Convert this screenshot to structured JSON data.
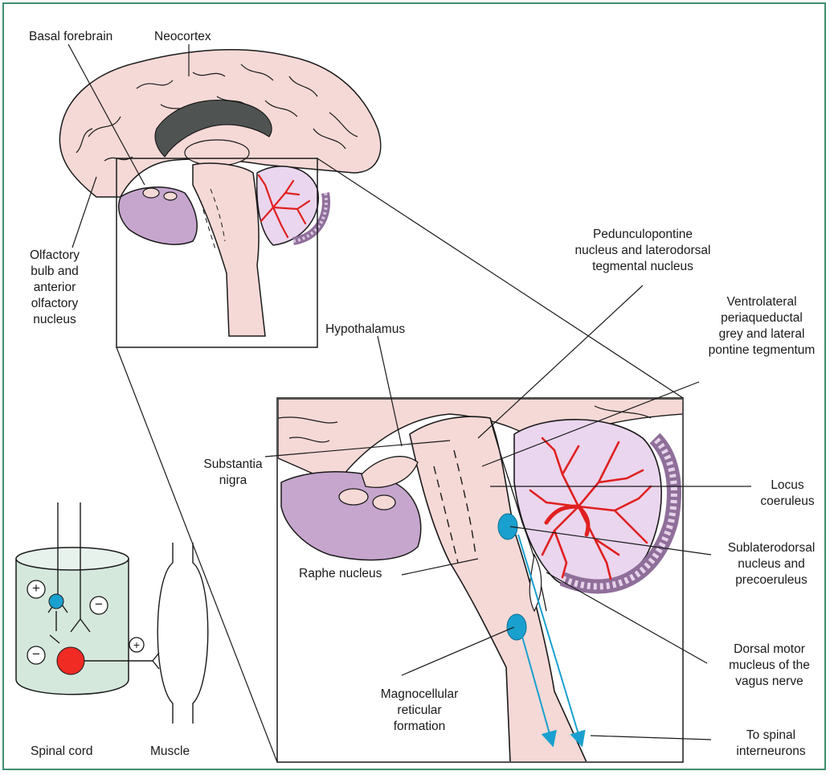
{
  "labels": {
    "basal_forebrain": "Basal forebrain",
    "neocortex": "Neocortex",
    "olfactory": [
      "Olfactory",
      "bulb and",
      "anterior",
      "olfactory",
      "nucleus"
    ],
    "hypothalamus": "Hypothalamus",
    "pedunculopontine": [
      "Pedunculopontine",
      "nucleus and laterodorsal",
      "tegmental nucleus"
    ],
    "ventrolateral": [
      "Ventrolateral",
      "periaqueductal",
      "grey and lateral",
      "pontine tegmentum"
    ],
    "locus": [
      "Locus",
      "coeruleus"
    ],
    "substantia": [
      "Substantia",
      "nigra"
    ],
    "sublaterodorsal": [
      "Sublaterodorsal",
      "nucleus and",
      "precoeruleus"
    ],
    "raphe": "Raphe nucleus",
    "dorsal_motor": [
      "Dorsal motor",
      "mucleus of the",
      "vagus nerve"
    ],
    "magnocellular": [
      "Magnocellular",
      "reticular",
      "formation"
    ],
    "to_spinal": [
      "To spinal",
      "interneurons"
    ],
    "spinal_cord": "Spinal cord",
    "muscle": "Muscle"
  },
  "signs": {
    "plus": "+",
    "minus": "−"
  },
  "colors": {
    "frame": "#3f8f6e",
    "brain_pink": "#f5d9d6",
    "cerebellum_purple": "#c6a6cd",
    "dark_grey": "#4f5453",
    "vessel_red": "#e02020",
    "nucleus_blue": "#1aa0cf",
    "cord_green": "#d5e8dc",
    "neuron_red": "#ef2b24"
  }
}
